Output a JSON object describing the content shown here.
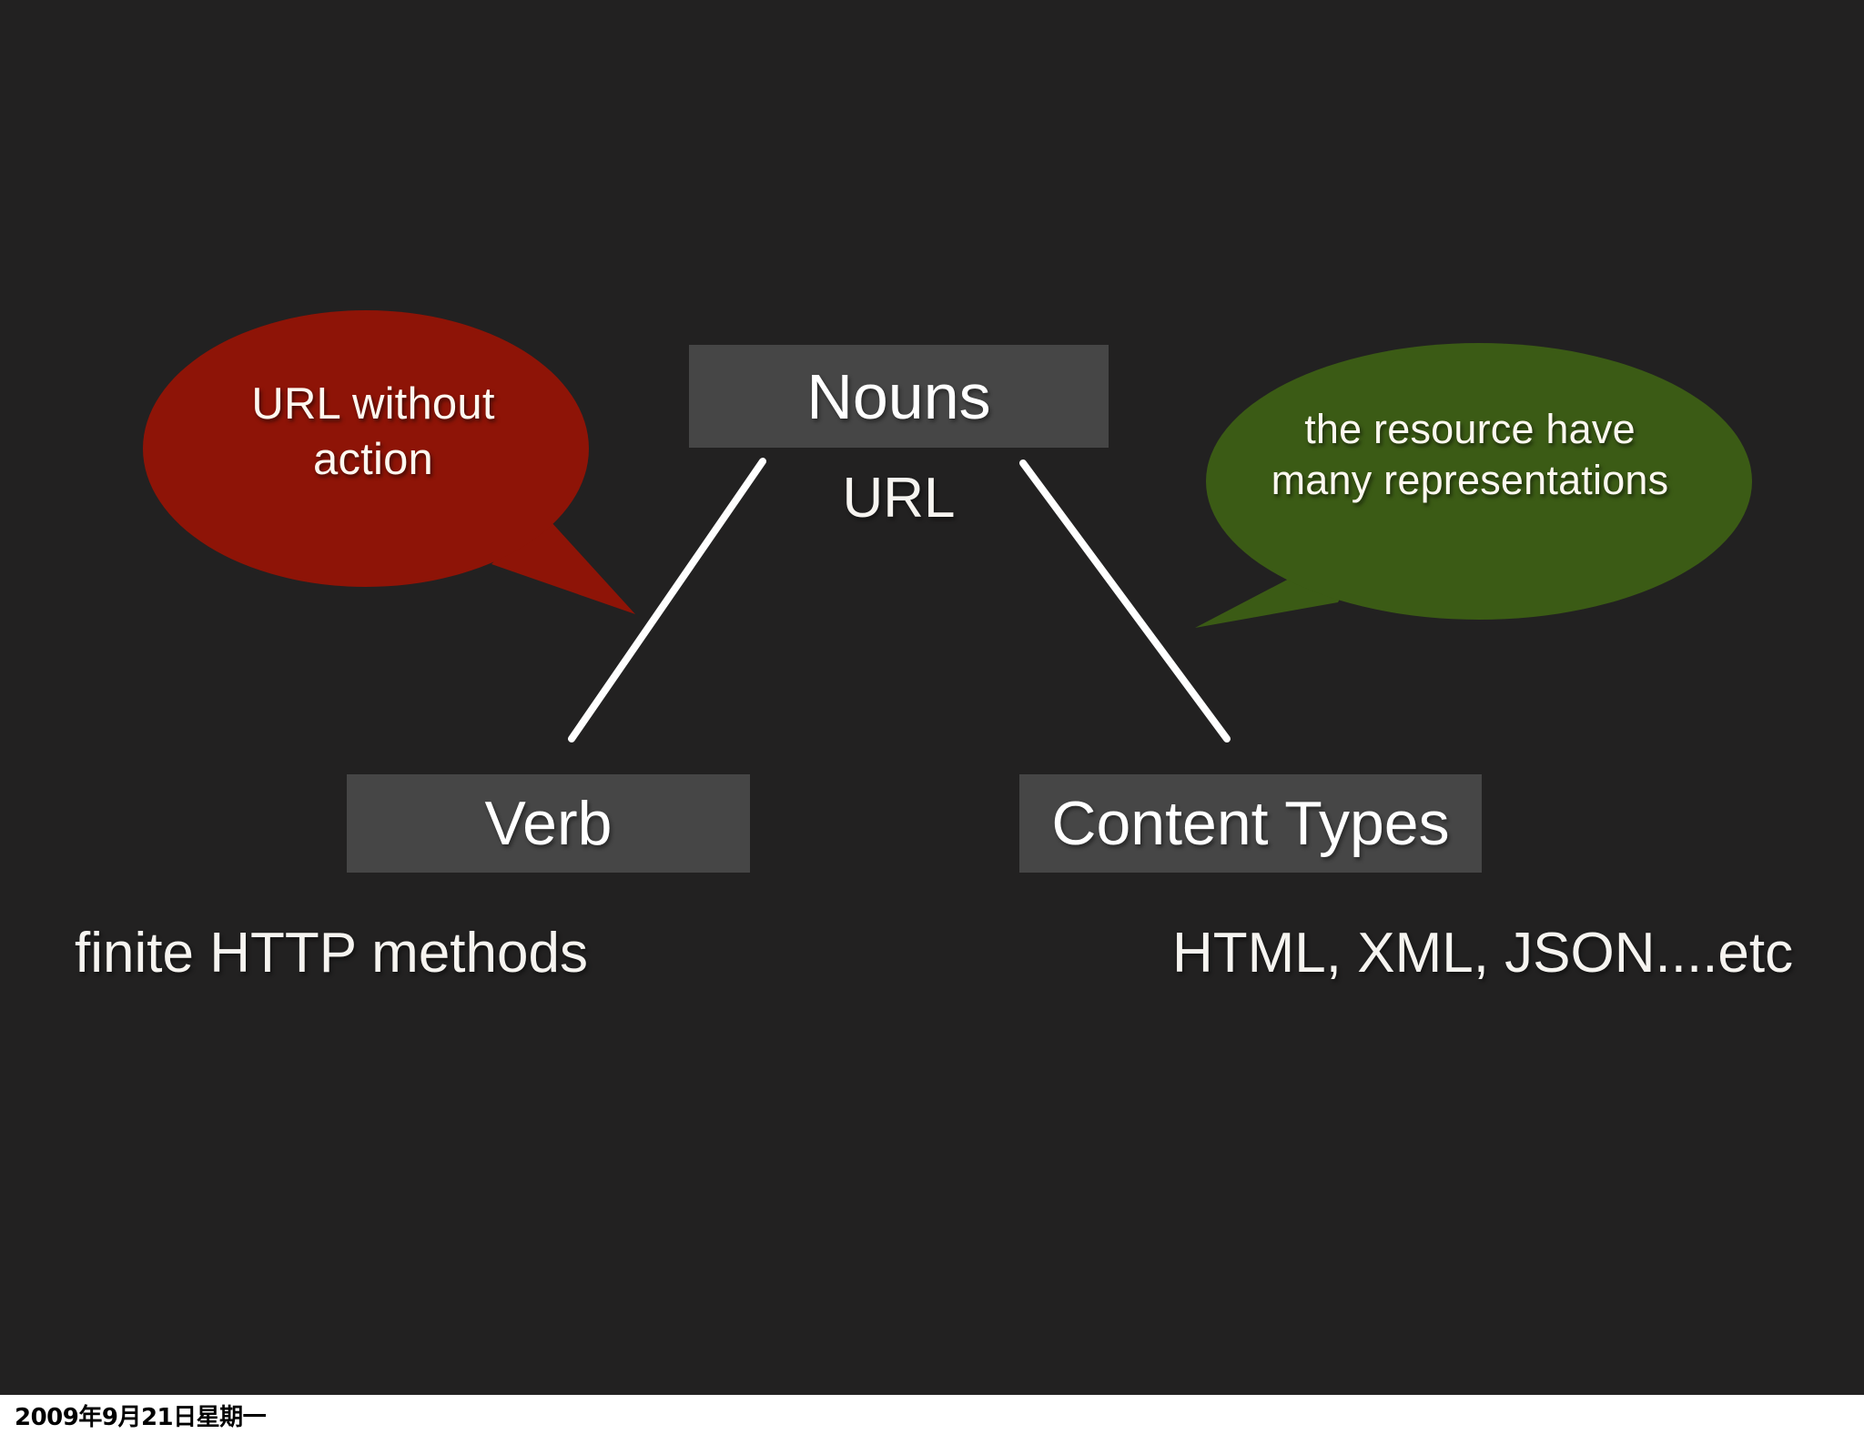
{
  "slide": {
    "background_color": "#222121",
    "nodes": [
      {
        "id": "nouns",
        "label": "Nouns",
        "box_color": "#464646"
      },
      {
        "id": "verb",
        "label": "Verb",
        "box_color": "#464646"
      },
      {
        "id": "content_types",
        "label": "Content Types",
        "box_color": "#464646"
      }
    ],
    "captions": {
      "nouns_note": "URL",
      "verb_note": "finite HTTP methods",
      "content_types_note": "HTML, XML, JSON....etc"
    },
    "callouts": [
      {
        "id": "red",
        "text_line1": "URL without",
        "text_line2": "action",
        "fill_color": "#8E1407",
        "text_color": "#FDF8F0",
        "tail_direction": "down-right"
      },
      {
        "id": "green",
        "text_line1": "the resource have",
        "text_line2": "many representations",
        "fill_color": "#3B5B15",
        "text_color": "#FDF8F0",
        "tail_direction": "down-left"
      }
    ],
    "connectors": [
      {
        "from": "nouns",
        "to": "verb",
        "color": "#FFFFFF"
      },
      {
        "from": "nouns",
        "to": "content_types",
        "color": "#FFFFFF"
      }
    ]
  },
  "footer": {
    "date": "2009年9月21日星期一",
    "background_color": "#FFFFFF",
    "text_color": "#000000"
  }
}
